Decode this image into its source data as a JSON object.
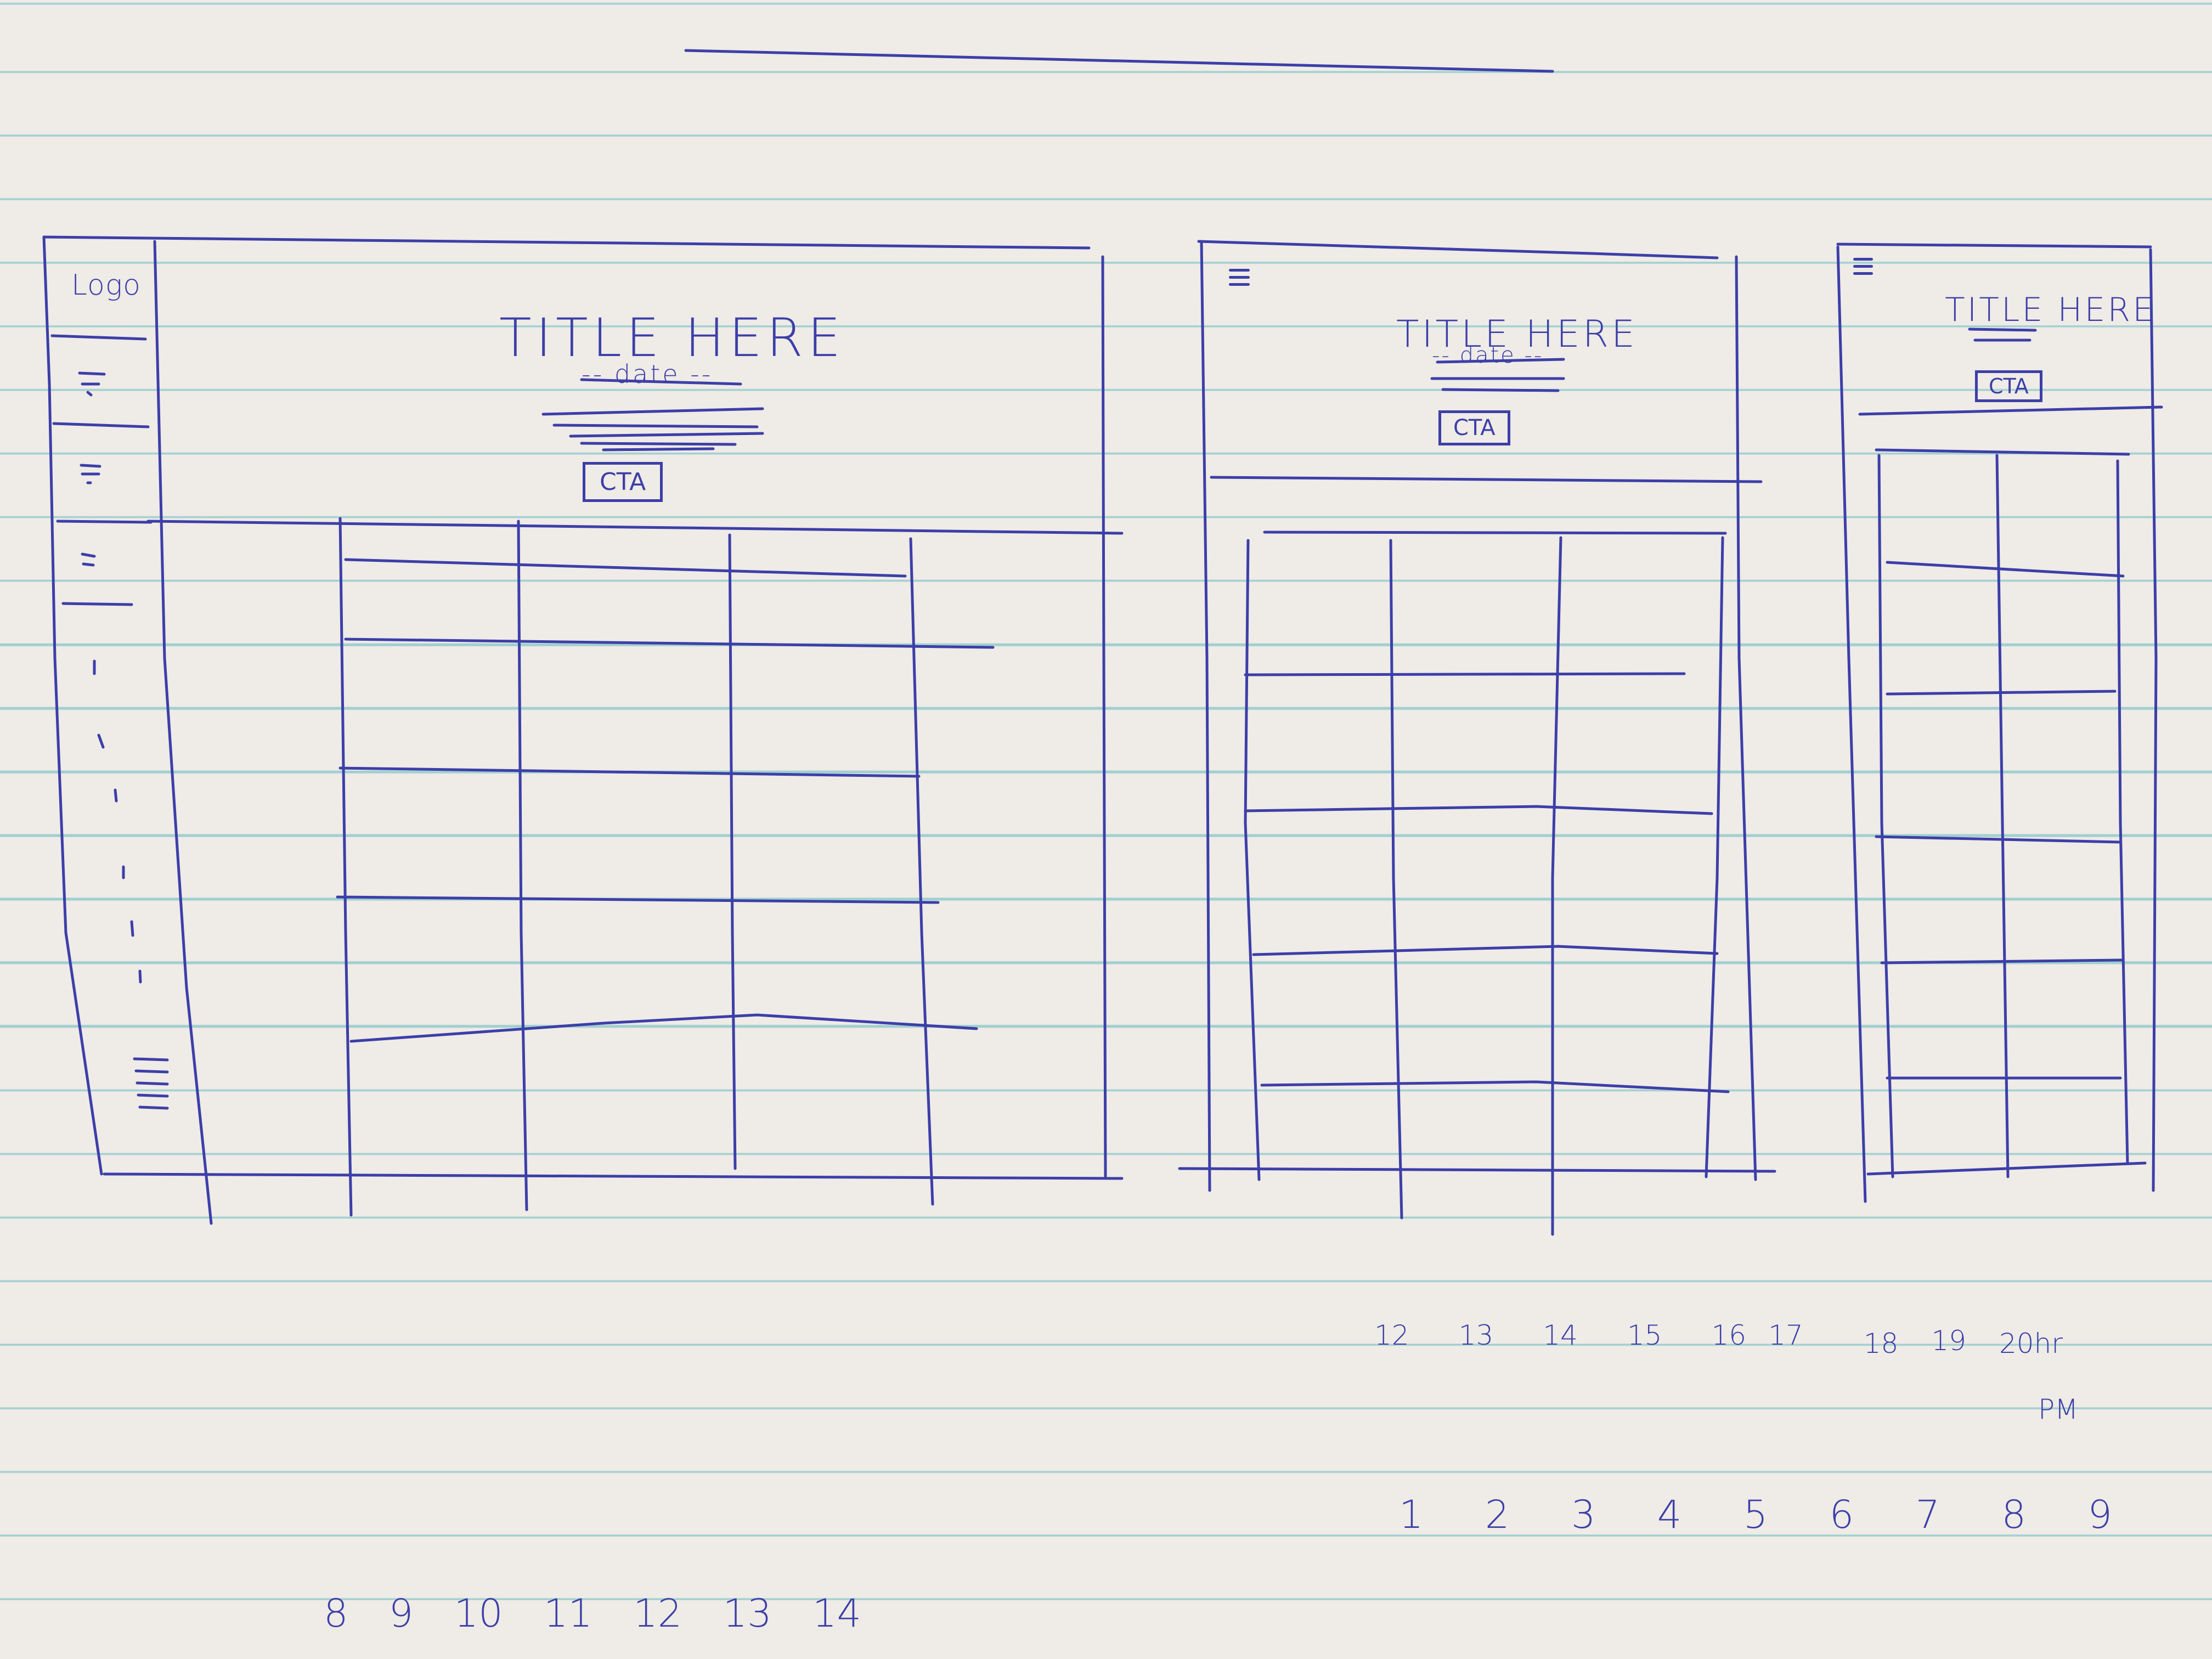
{
  "desktop": {
    "logo": "Logo",
    "title": "TITLE HERE",
    "date": "-- date --",
    "cta": "CTA"
  },
  "tablet": {
    "title": "TITLE HERE",
    "date": "-- date --",
    "cta": "CTA"
  },
  "mobile": {
    "title": "TITLE HERE",
    "cta": "CTA"
  },
  "number_rows": {
    "hours": [
      "12",
      "13",
      "14",
      "15",
      "16",
      "17",
      "18",
      "19",
      "20hr"
    ],
    "hours_note": "PM",
    "sequence": [
      "1",
      "2",
      "3",
      "4",
      "5",
      "6",
      "7",
      "8",
      "9"
    ],
    "bottom": [
      "8",
      "9",
      "10",
      "11",
      "12",
      "13",
      "14"
    ]
  },
  "colors": {
    "paper": "#efebe6",
    "ruling": "#9fcfd0",
    "ink": "#3c3fa8"
  }
}
